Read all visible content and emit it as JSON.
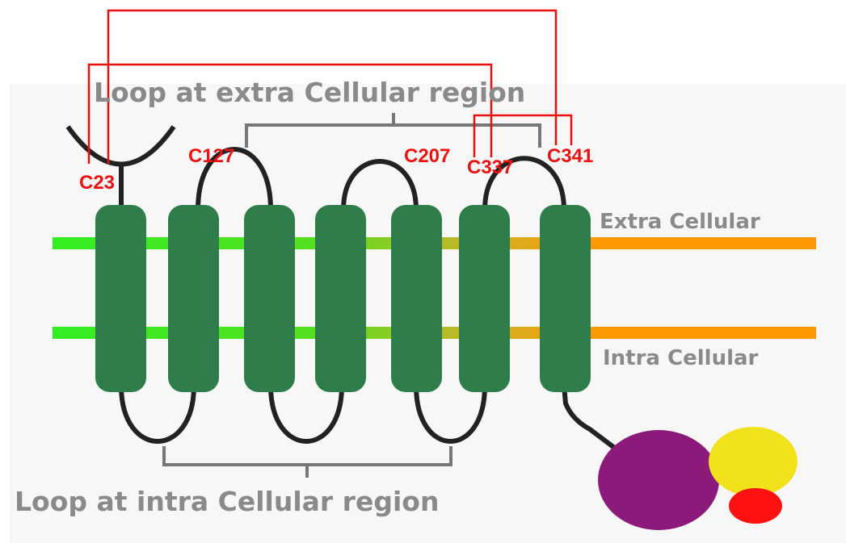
{
  "labels": {
    "extracellular_loop": "Loop at extra Cellular region",
    "intracellular_loop": "Loop at intra Cellular region",
    "extracellular": "Extra Cellular",
    "intracellular": "Intra Cellular"
  },
  "cysteines": [
    "C23",
    "C127",
    "C207",
    "C337",
    "C341"
  ],
  "helix_count": 7,
  "colors": {
    "helix": "#2e7d4a",
    "membrane_left": "#33ee22",
    "membrane_right": "#ff9900",
    "disulfide_bond": "#e81010",
    "loop_line": "#222222",
    "g_protein_alpha": "#8b1a7a",
    "g_protein_beta": "#f2e21b",
    "g_protein_gamma": "#ff1111"
  }
}
